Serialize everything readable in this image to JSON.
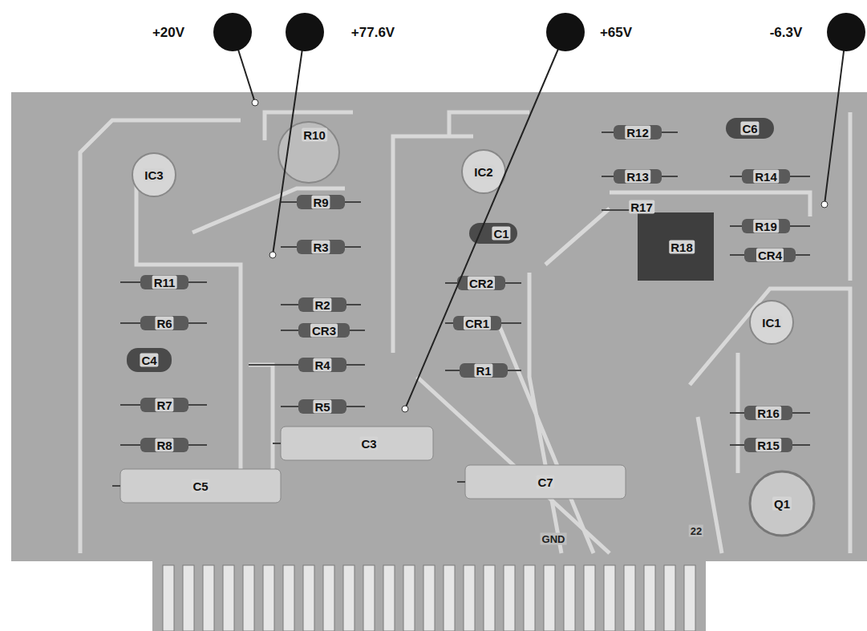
{
  "diagram": {
    "labels": [
      "+20V",
      "+77.6V",
      "+65V",
      "-6.3V",
      "R10",
      "IC3",
      "R9",
      "R3",
      "R11",
      "R2",
      "R6",
      "CR3",
      "C4",
      "R4",
      "R7",
      "R5",
      "R8",
      "C3",
      "C5",
      "IC2",
      "C1",
      "CR2",
      "CR1",
      "R1",
      "C7",
      "R12",
      "C6",
      "R13",
      "R14",
      "R17",
      "R18",
      "R19",
      "CR4",
      "IC1",
      "R16",
      "R15",
      "Q1",
      "GND",
      "22"
    ]
  }
}
